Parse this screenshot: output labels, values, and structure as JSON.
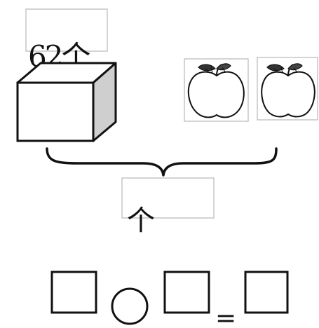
{
  "box": {
    "count_label": "62个"
  },
  "apples": {
    "count": 2
  },
  "total": {
    "unit_label": "个"
  },
  "equation": {
    "slots": [
      "",
      "",
      ""
    ],
    "operator_shape": "circle",
    "equals_sign": "="
  }
}
